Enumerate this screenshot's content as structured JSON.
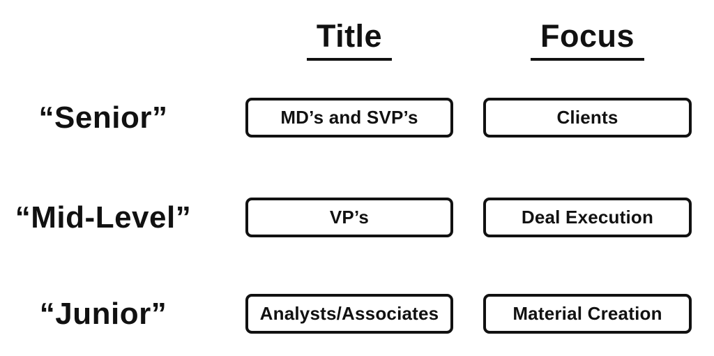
{
  "diagram": {
    "column_headers": {
      "title": "Title",
      "focus": "Focus"
    },
    "rows": [
      {
        "level": "“Senior”",
        "title": "MD’s and SVP’s",
        "focus": "Clients"
      },
      {
        "level": "“Mid-Level”",
        "title": "VP’s",
        "focus": "Deal Execution"
      },
      {
        "level": "“Junior”",
        "title": "Analysts/Associates",
        "focus": "Material Creation"
      }
    ],
    "colors": {
      "text": "#111111",
      "box_border": "#111111",
      "background": "#ffffff"
    }
  }
}
